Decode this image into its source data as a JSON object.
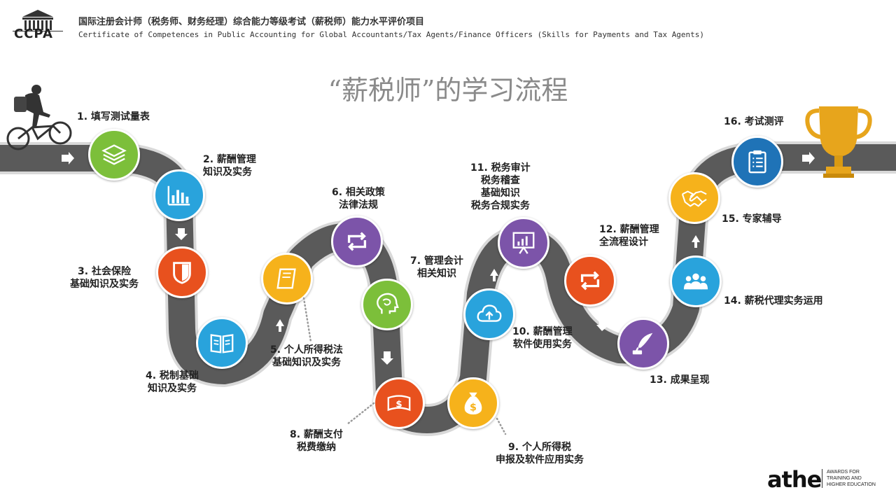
{
  "header": {
    "logo_text": "CCPA",
    "title_cn": "国际注册会计师（税务师、财务经理）综合能力等级考试（薪税师）能力水平评价项目",
    "title_en": "Certificate of Competences in Public Accounting for Global Accountants/Tax Agents/Finance Officers (Skills for Payments and Tax Agents)"
  },
  "title": "“薪税师”的学习流程",
  "steps": [
    {
      "label": [
        "1. 填写测试量表"
      ],
      "color": "#7cbf3a",
      "icon": "stack-icon"
    },
    {
      "label": [
        "2. 薪酬管理",
        "知识及实务"
      ],
      "color": "#29a3dc",
      "icon": "bar-chart-icon"
    },
    {
      "label": [
        "3. 社会保险",
        "基础知识及实务"
      ],
      "color": "#e8511e",
      "icon": "shield-icon"
    },
    {
      "label": [
        "4. 税制基础",
        "知识及实务"
      ],
      "color": "#29a3dc",
      "icon": "open-book-icon"
    },
    {
      "label": [
        "5. 个人所得税法",
        "基础知识及实务"
      ],
      "color": "#f6b21b",
      "icon": "book-icon"
    },
    {
      "label": [
        "6. 相关政策",
        "法律法规"
      ],
      "color": "#7c54a9",
      "icon": "repeat-icon"
    },
    {
      "label": [
        "7. 管理会计",
        "相关知识"
      ],
      "color": "#7cbf3a",
      "icon": "head-icon"
    },
    {
      "label": [
        "8. 薪酬支付",
        "税费缴纳"
      ],
      "color": "#e8511e",
      "icon": "money-icon"
    },
    {
      "label": [
        "9. 个人所得税",
        "申报及软件应用实务"
      ],
      "color": "#f6b21b",
      "icon": "money-bag-icon"
    },
    {
      "label": [
        "10. 薪酬管理",
        "软件使用实务"
      ],
      "color": "#29a3dc",
      "icon": "cloud-upload-icon"
    },
    {
      "label": [
        "11. 税务审计",
        "税务稽查",
        "基础知识",
        "税务合规实务"
      ],
      "color": "#7c54a9",
      "icon": "presentation-icon"
    },
    {
      "label": [
        "12. 薪酬管理",
        "全流程设计"
      ],
      "color": "#e8511e",
      "icon": "repeat-icon"
    },
    {
      "label": [
        "13. 成果呈现"
      ],
      "color": "#7c54a9",
      "icon": "quill-icon"
    },
    {
      "label": [
        "14. 薪税代理实务运用"
      ],
      "color": "#29a3dc",
      "icon": "people-icon"
    },
    {
      "label": [
        "15. 专家辅导"
      ],
      "color": "#f6b21b",
      "icon": "handshake-icon"
    },
    {
      "label": [
        "16. 考试测评"
      ],
      "color": "#1f73b7",
      "icon": "clipboard-icon"
    }
  ],
  "footer": {
    "athe_logo": "athe",
    "athe_sub": [
      "AWARDS FOR",
      "TRAINING AND",
      "HIGHER EDUCATION"
    ]
  },
  "colors": {
    "road": "#595959",
    "road_edge": "#d9d9d9",
    "trophy": "#e7a51c"
  }
}
